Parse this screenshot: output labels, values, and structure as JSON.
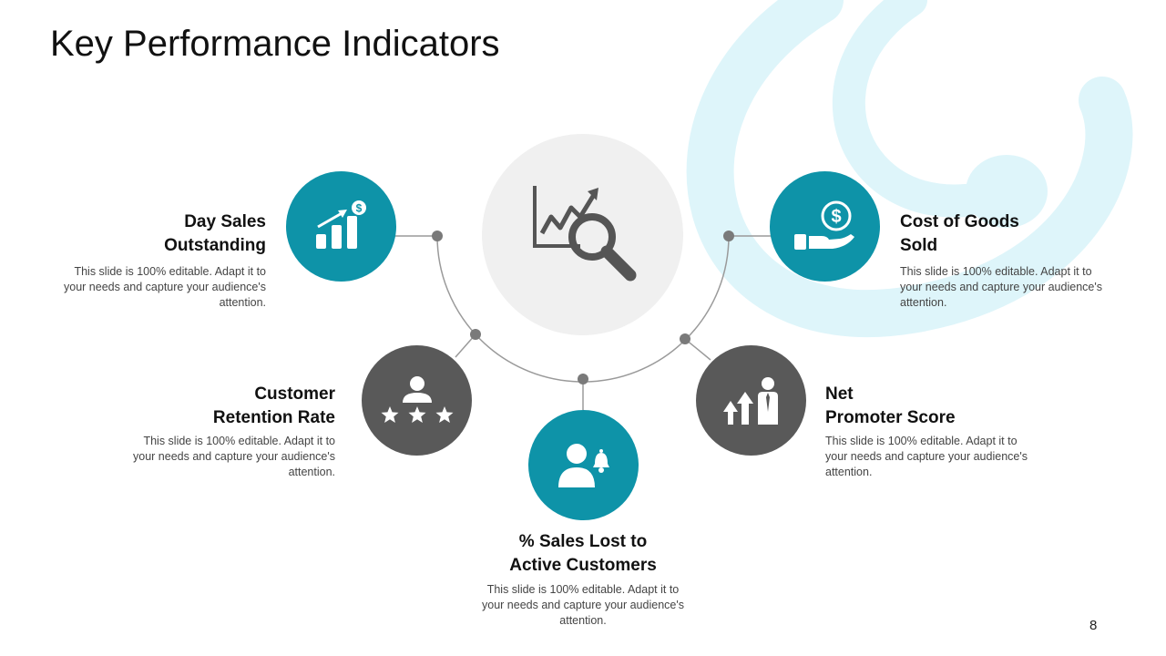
{
  "slide": {
    "title": "Key Performance Indicators",
    "page_number": "8"
  },
  "colors": {
    "teal": "#0e93a8",
    "grey": "#595959",
    "center_bg": "#f0f0f0",
    "swirl": "#def5fa",
    "connector": "#9a9a9a"
  },
  "kpis": [
    {
      "label_line1": "Day Sales",
      "label_line2": "Outstanding",
      "description": "This slide is 100% editable. Adapt it to your needs and capture your audience's attention.",
      "icon": "bar-growth-dollar-icon",
      "color": "teal"
    },
    {
      "label_line1": "Customer",
      "label_line2": "Retention Rate",
      "description": "This slide is 100% editable. Adapt it to your needs and capture your audience's attention.",
      "icon": "customer-rating-stars-icon",
      "color": "grey"
    },
    {
      "label_line1": "% Sales Lost to",
      "label_line2": "Active Customers",
      "description": "This slide is 100% editable. Adapt it to your needs and capture your audience's attention.",
      "icon": "user-bell-icon",
      "color": "teal"
    },
    {
      "label_line1": "Net",
      "label_line2": "Promoter Score",
      "description": "This slide is 100% editable. Adapt it to your needs and capture your audience's attention.",
      "icon": "business-growth-arrows-icon",
      "color": "grey"
    },
    {
      "label_line1": "Cost of Goods",
      "label_line2": "Sold",
      "description": "This slide is 100% editable. Adapt it to your needs and capture your audience's attention.",
      "icon": "hand-coin-icon",
      "color": "teal"
    }
  ],
  "center": {
    "icon": "chart-magnifier-icon"
  }
}
